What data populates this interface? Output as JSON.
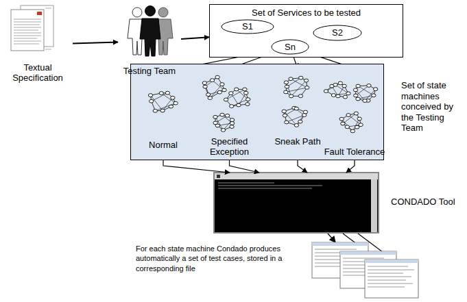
{
  "diagram": {
    "nodes": [
      {
        "text": [
          "Textual Specification"
        ]
      },
      {
        "text": [
          "Testing Team"
        ]
      },
      {
        "text": [
          "Set of Services to be tested"
        ]
      },
      {
        "text": [
          "S1"
        ],
        "in": 2
      },
      {
        "text": [
          "S2"
        ],
        "in": 2
      },
      {
        "text": [
          "Sn"
        ],
        "in": 2
      },
      {
        "text": [
          "Set of state machines conceived by the Testing Team"
        ]
      },
      {
        "text": [
          "Normal"
        ],
        "in": 6
      },
      {
        "text": [
          "Specified Exception"
        ],
        "in": 6
      },
      {
        "text": [
          "Sneak Path"
        ],
        "in": 6
      },
      {
        "text": [
          "Fault Tolerance"
        ],
        "in": 6
      },
      {
        "text": [
          "CONDADO Tool"
        ]
      }
    ],
    "edges": [
      {
        "from": 0,
        "to": 1,
        "arrow": "to"
      },
      {
        "from": 1,
        "to": 2,
        "arrow": "to"
      },
      {
        "from": 5,
        "to": 7,
        "arrow": "to"
      },
      {
        "from": 5,
        "to": 8,
        "arrow": "to"
      },
      {
        "from": 5,
        "to": 9,
        "arrow": "to"
      },
      {
        "from": 5,
        "to": 10,
        "arrow": "to"
      },
      {
        "from": 7,
        "to": 11,
        "arrow": "to"
      },
      {
        "from": 8,
        "to": 11,
        "arrow": "to"
      },
      {
        "from": 9,
        "to": 11,
        "arrow": "to"
      },
      {
        "from": 10,
        "to": 11,
        "arrow": "to"
      }
    ],
    "labels": [
      "For each state machine Condado produces automatically a set of test cases, stored in a corresponding file"
    ]
  }
}
